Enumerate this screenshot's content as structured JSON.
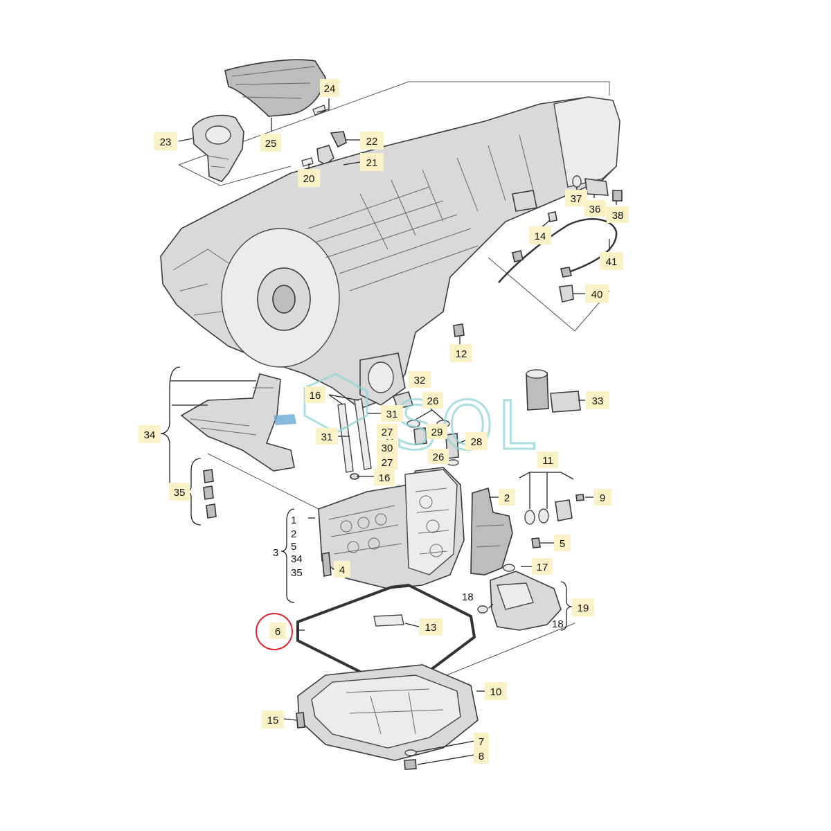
{
  "callouts": [
    {
      "id": "c24",
      "text": "24"
    },
    {
      "id": "c23",
      "text": "23"
    },
    {
      "id": "c25",
      "text": "25"
    },
    {
      "id": "c22",
      "text": "22"
    },
    {
      "id": "c21",
      "text": "21"
    },
    {
      "id": "c20",
      "text": "20"
    },
    {
      "id": "c37",
      "text": "37"
    },
    {
      "id": "c36",
      "text": "36"
    },
    {
      "id": "c38",
      "text": "38"
    },
    {
      "id": "c14",
      "text": "14"
    },
    {
      "id": "c41",
      "text": "41"
    },
    {
      "id": "c40",
      "text": "40"
    },
    {
      "id": "c12",
      "text": "12"
    },
    {
      "id": "c32",
      "text": "32"
    },
    {
      "id": "c33",
      "text": "33"
    },
    {
      "id": "c16a",
      "text": "16"
    },
    {
      "id": "c26a",
      "text": "26"
    },
    {
      "id": "c31a",
      "text": "31"
    },
    {
      "id": "c34",
      "text": "34"
    },
    {
      "id": "c31b",
      "text": "31"
    },
    {
      "id": "c27a",
      "text": "27"
    },
    {
      "id": "c29",
      "text": "29"
    },
    {
      "id": "c28",
      "text": "28"
    },
    {
      "id": "c30",
      "text": "30"
    },
    {
      "id": "c27b",
      "text": "27"
    },
    {
      "id": "c26b",
      "text": "26"
    },
    {
      "id": "c11",
      "text": "11"
    },
    {
      "id": "c16b",
      "text": "16"
    },
    {
      "id": "c35",
      "text": "35"
    },
    {
      "id": "c2",
      "text": "2"
    },
    {
      "id": "c9",
      "text": "9"
    },
    {
      "id": "c5",
      "text": "5"
    },
    {
      "id": "c4",
      "text": "4"
    },
    {
      "id": "c17",
      "text": "17"
    },
    {
      "id": "c19",
      "text": "19"
    },
    {
      "id": "c6",
      "text": "6"
    },
    {
      "id": "c13",
      "text": "13"
    },
    {
      "id": "c10",
      "text": "10"
    },
    {
      "id": "c15",
      "text": "15"
    },
    {
      "id": "c7",
      "text": "7"
    },
    {
      "id": "c8",
      "text": "8"
    }
  ],
  "plain_labels": [
    {
      "id": "p1",
      "text": "1"
    },
    {
      "id": "p2",
      "text": "2"
    },
    {
      "id": "p5",
      "text": "5"
    },
    {
      "id": "p34",
      "text": "34"
    },
    {
      "id": "p35",
      "text": "35"
    },
    {
      "id": "p18",
      "text": "18"
    },
    {
      "id": "p18b",
      "text": "18"
    }
  ],
  "group_label": "3",
  "watermark": "SOL",
  "colors": {
    "callout_bg": "#fbf1c6",
    "watermark": "#8fd3d6",
    "highlight": "#e0262b"
  }
}
